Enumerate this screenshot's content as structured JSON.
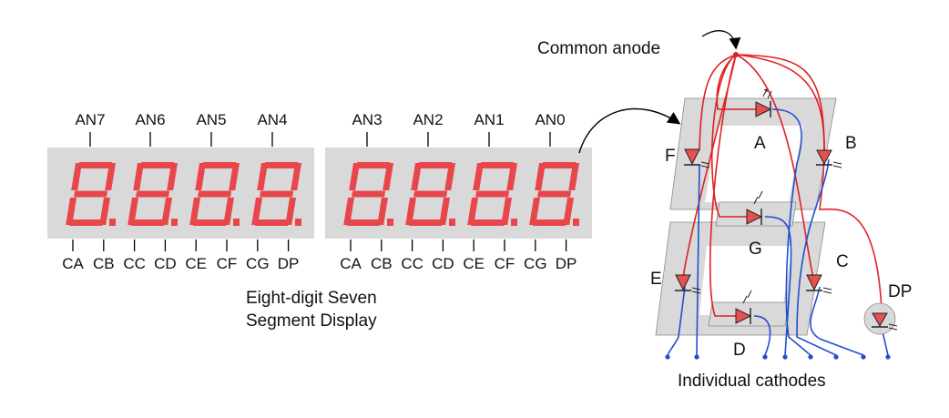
{
  "display": {
    "left_anodes": [
      "AN7",
      "AN6",
      "AN5",
      "AN4"
    ],
    "right_anodes": [
      "AN3",
      "AN2",
      "AN1",
      "AN0"
    ],
    "cathodes": [
      "CA",
      "CB",
      "CC",
      "CD",
      "CE",
      "CF",
      "CG",
      "DP"
    ],
    "caption_line1": "Eight-digit Seven",
    "caption_line2": "Segment Display"
  },
  "schematic": {
    "common_anode_label": "Common anode",
    "cathodes_label": "Individual cathodes",
    "segments": {
      "A": "A",
      "B": "B",
      "C": "C",
      "D": "D",
      "E": "E",
      "F": "F",
      "G": "G",
      "DP": "DP"
    }
  },
  "colors": {
    "segment_red": "#e8464b",
    "panel_gray": "#d9d9d9",
    "anode_wire": "#e02020",
    "cathode_wire": "#1f4fcf",
    "led_fill": "#e65050"
  }
}
